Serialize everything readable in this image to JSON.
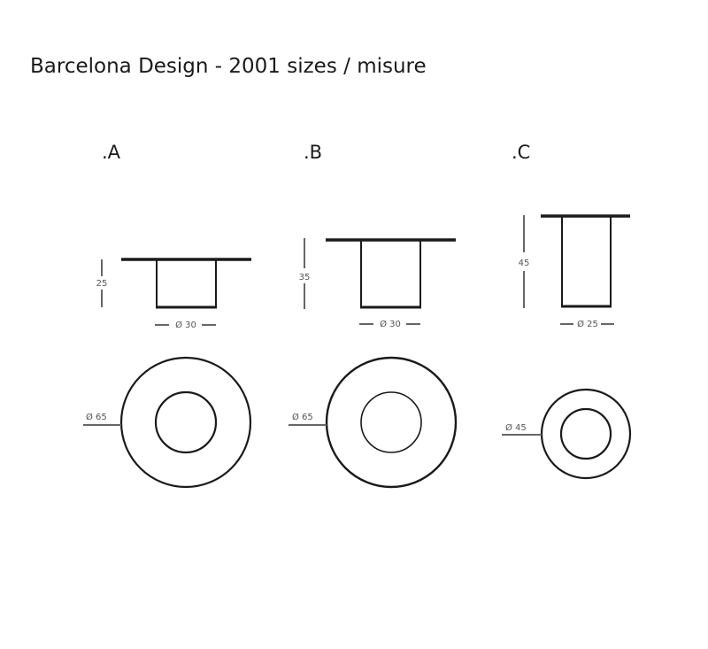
{
  "title": "Barcelona Design - 2001 sizes / misure",
  "colors": {
    "line": "#1a1a1a",
    "dimension": "#666666",
    "background": "#ffffff"
  },
  "variants": [
    {
      "label": ".A",
      "height": "25",
      "base_diameter": "Ø 30",
      "top_diameter": "Ø 65"
    },
    {
      "label": ".B",
      "height": "35",
      "base_diameter": "Ø 30",
      "top_diameter": "Ø 65"
    },
    {
      "label": ".C",
      "height": "45",
      "base_diameter": "Ø 25",
      "top_diameter": "Ø 45"
    }
  ]
}
